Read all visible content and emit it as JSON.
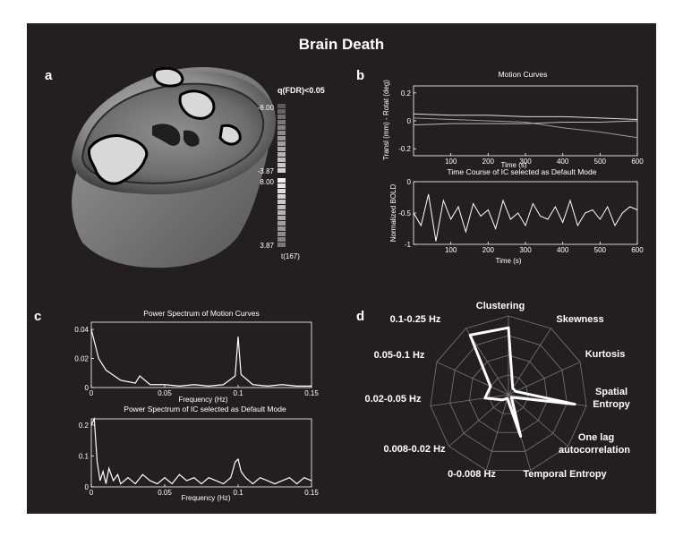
{
  "figure": {
    "title": "Brain Death",
    "colors": {
      "background": "#231f20",
      "foreground": "#ffffff"
    }
  },
  "panel_a": {
    "label": "a",
    "colorbar_title": "q(FDR)<0.05",
    "colorbar_labels": [
      "-8.00",
      "-3.87",
      "8.00",
      "3.87"
    ],
    "colorbar_unit": "t(167)"
  },
  "panel_b": {
    "label": "b",
    "top_title": "Motion Curves",
    "top_ylabel": "Transl (mm) - Rotat (deg)",
    "bottom_title": "Time Course of IC selected as Default Mode",
    "bottom_ylabel": "Normalized BOLD",
    "xlabel": "Time (s)"
  },
  "panel_c": {
    "label": "c",
    "top_title": "Power Spectrum of Motion Curves",
    "bottom_title": "Power Spectrum of IC selected as Default Mode",
    "xlabel": "Frequency (Hz)"
  },
  "panel_d": {
    "label": "d",
    "axis_labels": [
      "Clustering",
      "Skewness",
      "Kurtosis",
      "Spatial Entropy",
      "One lag autocorrelation",
      "Temporal Entropy",
      "0-0.008 Hz",
      "0.008-0.02 Hz",
      "0.02-0.05 Hz",
      "0.05-0.1 Hz",
      "0.1-0.25 Hz"
    ]
  },
  "chart_data": [
    {
      "type": "line",
      "xlabel": "Time (s)",
      "ylabel": "Transl (mm) - Rotat (deg)",
      "title": "Motion Curves",
      "xlim": [
        0,
        600
      ],
      "ylim": [
        -0.25,
        0.25
      ],
      "xticks": [
        100,
        200,
        300,
        400,
        500,
        600
      ],
      "yticks": [
        -0.2,
        0,
        0.2
      ],
      "series": [
        {
          "x": [
            0,
            100,
            200,
            300,
            400,
            500,
            600
          ],
          "y": [
            0.02,
            0.01,
            0.0,
            -0.01,
            -0.05,
            -0.08,
            -0.12
          ]
        },
        {
          "x": [
            0,
            100,
            200,
            300,
            400,
            500,
            600
          ],
          "y": [
            0.05,
            0.04,
            0.04,
            0.03,
            0.03,
            0.02,
            0.01
          ]
        },
        {
          "x": [
            0,
            100,
            200,
            300,
            400,
            500,
            600
          ],
          "y": [
            -0.03,
            -0.02,
            -0.02,
            -0.02,
            -0.01,
            -0.01,
            0.0
          ]
        }
      ]
    },
    {
      "type": "line",
      "xlabel": "Time (s)",
      "ylabel": "Normalized BOLD",
      "title": "Time Course of IC selected as Default Mode",
      "xlim": [
        0,
        600
      ],
      "ylim": [
        -1,
        0
      ],
      "xticks": [
        100,
        200,
        300,
        400,
        500,
        600
      ],
      "yticks": [
        -1,
        -0.5,
        0
      ],
      "series": [
        {
          "x": [
            0,
            20,
            40,
            60,
            80,
            100,
            120,
            140,
            160,
            180,
            200,
            220,
            240,
            260,
            280,
            300,
            320,
            340,
            360,
            380,
            400,
            420,
            440,
            460,
            480,
            500,
            520,
            540,
            560,
            580,
            600
          ],
          "y": [
            -0.5,
            -0.7,
            -0.2,
            -0.95,
            -0.3,
            -0.6,
            -0.4,
            -0.8,
            -0.35,
            -0.55,
            -0.45,
            -0.75,
            -0.3,
            -0.6,
            -0.5,
            -0.7,
            -0.35,
            -0.55,
            -0.6,
            -0.4,
            -0.65,
            -0.3,
            -0.7,
            -0.5,
            -0.45,
            -0.6,
            -0.4,
            -0.7,
            -0.5,
            -0.4,
            -0.45
          ]
        }
      ]
    },
    {
      "type": "line",
      "xlabel": "Frequency (Hz)",
      "title": "Power Spectrum of Motion Curves",
      "xlim": [
        0,
        0.15
      ],
      "ylim": [
        0,
        0.045
      ],
      "xticks": [
        0,
        0.05,
        0.1,
        0.15
      ],
      "yticks": [
        0,
        0.02,
        0.04
      ],
      "series": [
        {
          "x": [
            0,
            0.002,
            0.005,
            0.01,
            0.02,
            0.03,
            0.033,
            0.04,
            0.05,
            0.06,
            0.07,
            0.08,
            0.09,
            0.098,
            0.1,
            0.102,
            0.11,
            0.12,
            0.13,
            0.14,
            0.15
          ],
          "y": [
            0.04,
            0.032,
            0.02,
            0.012,
            0.005,
            0.003,
            0.008,
            0.002,
            0.002,
            0.001,
            0.002,
            0.001,
            0.002,
            0.008,
            0.035,
            0.009,
            0.002,
            0.001,
            0.002,
            0.001,
            0.001
          ]
        }
      ]
    },
    {
      "type": "line",
      "xlabel": "Frequency (Hz)",
      "title": "Power Spectrum of IC selected as Default Mode",
      "xlim": [
        0,
        0.15
      ],
      "ylim": [
        0,
        0.22
      ],
      "xticks": [
        0,
        0.05,
        0.1,
        0.15
      ],
      "yticks": [
        0,
        0.1,
        0.2
      ],
      "series": [
        {
          "x": [
            0,
            0.002,
            0.004,
            0.006,
            0.008,
            0.01,
            0.012,
            0.015,
            0.018,
            0.02,
            0.025,
            0.03,
            0.035,
            0.04,
            0.045,
            0.05,
            0.055,
            0.06,
            0.065,
            0.07,
            0.075,
            0.08,
            0.085,
            0.09,
            0.095,
            0.098,
            0.1,
            0.102,
            0.105,
            0.11,
            0.115,
            0.12,
            0.125,
            0.13,
            0.135,
            0.14,
            0.145,
            0.15
          ],
          "y": [
            0.2,
            0.22,
            0.08,
            0.02,
            0.05,
            0.01,
            0.06,
            0.02,
            0.04,
            0.01,
            0.03,
            0.01,
            0.04,
            0.02,
            0.01,
            0.03,
            0.01,
            0.04,
            0.02,
            0.03,
            0.01,
            0.03,
            0.02,
            0.01,
            0.03,
            0.08,
            0.09,
            0.05,
            0.03,
            0.01,
            0.03,
            0.02,
            0.01,
            0.02,
            0.03,
            0.01,
            0.03,
            0.02
          ]
        }
      ]
    },
    {
      "type": "radar",
      "categories": [
        "Clustering",
        "Skewness",
        "Kurtosis",
        "Spatial Entropy",
        "One lag autocorrelation",
        "Temporal Entropy",
        "0-0.008 Hz",
        "0.008-0.02 Hz",
        "0.02-0.05 Hz",
        "0.05-0.1 Hz",
        "0.1-0.25 Hz"
      ],
      "values": [
        0.85,
        0.1,
        0.1,
        0.85,
        0.05,
        0.55,
        0.05,
        0.1,
        0.3,
        0.25,
        0.9
      ],
      "rlim": [
        0,
        1
      ]
    }
  ]
}
